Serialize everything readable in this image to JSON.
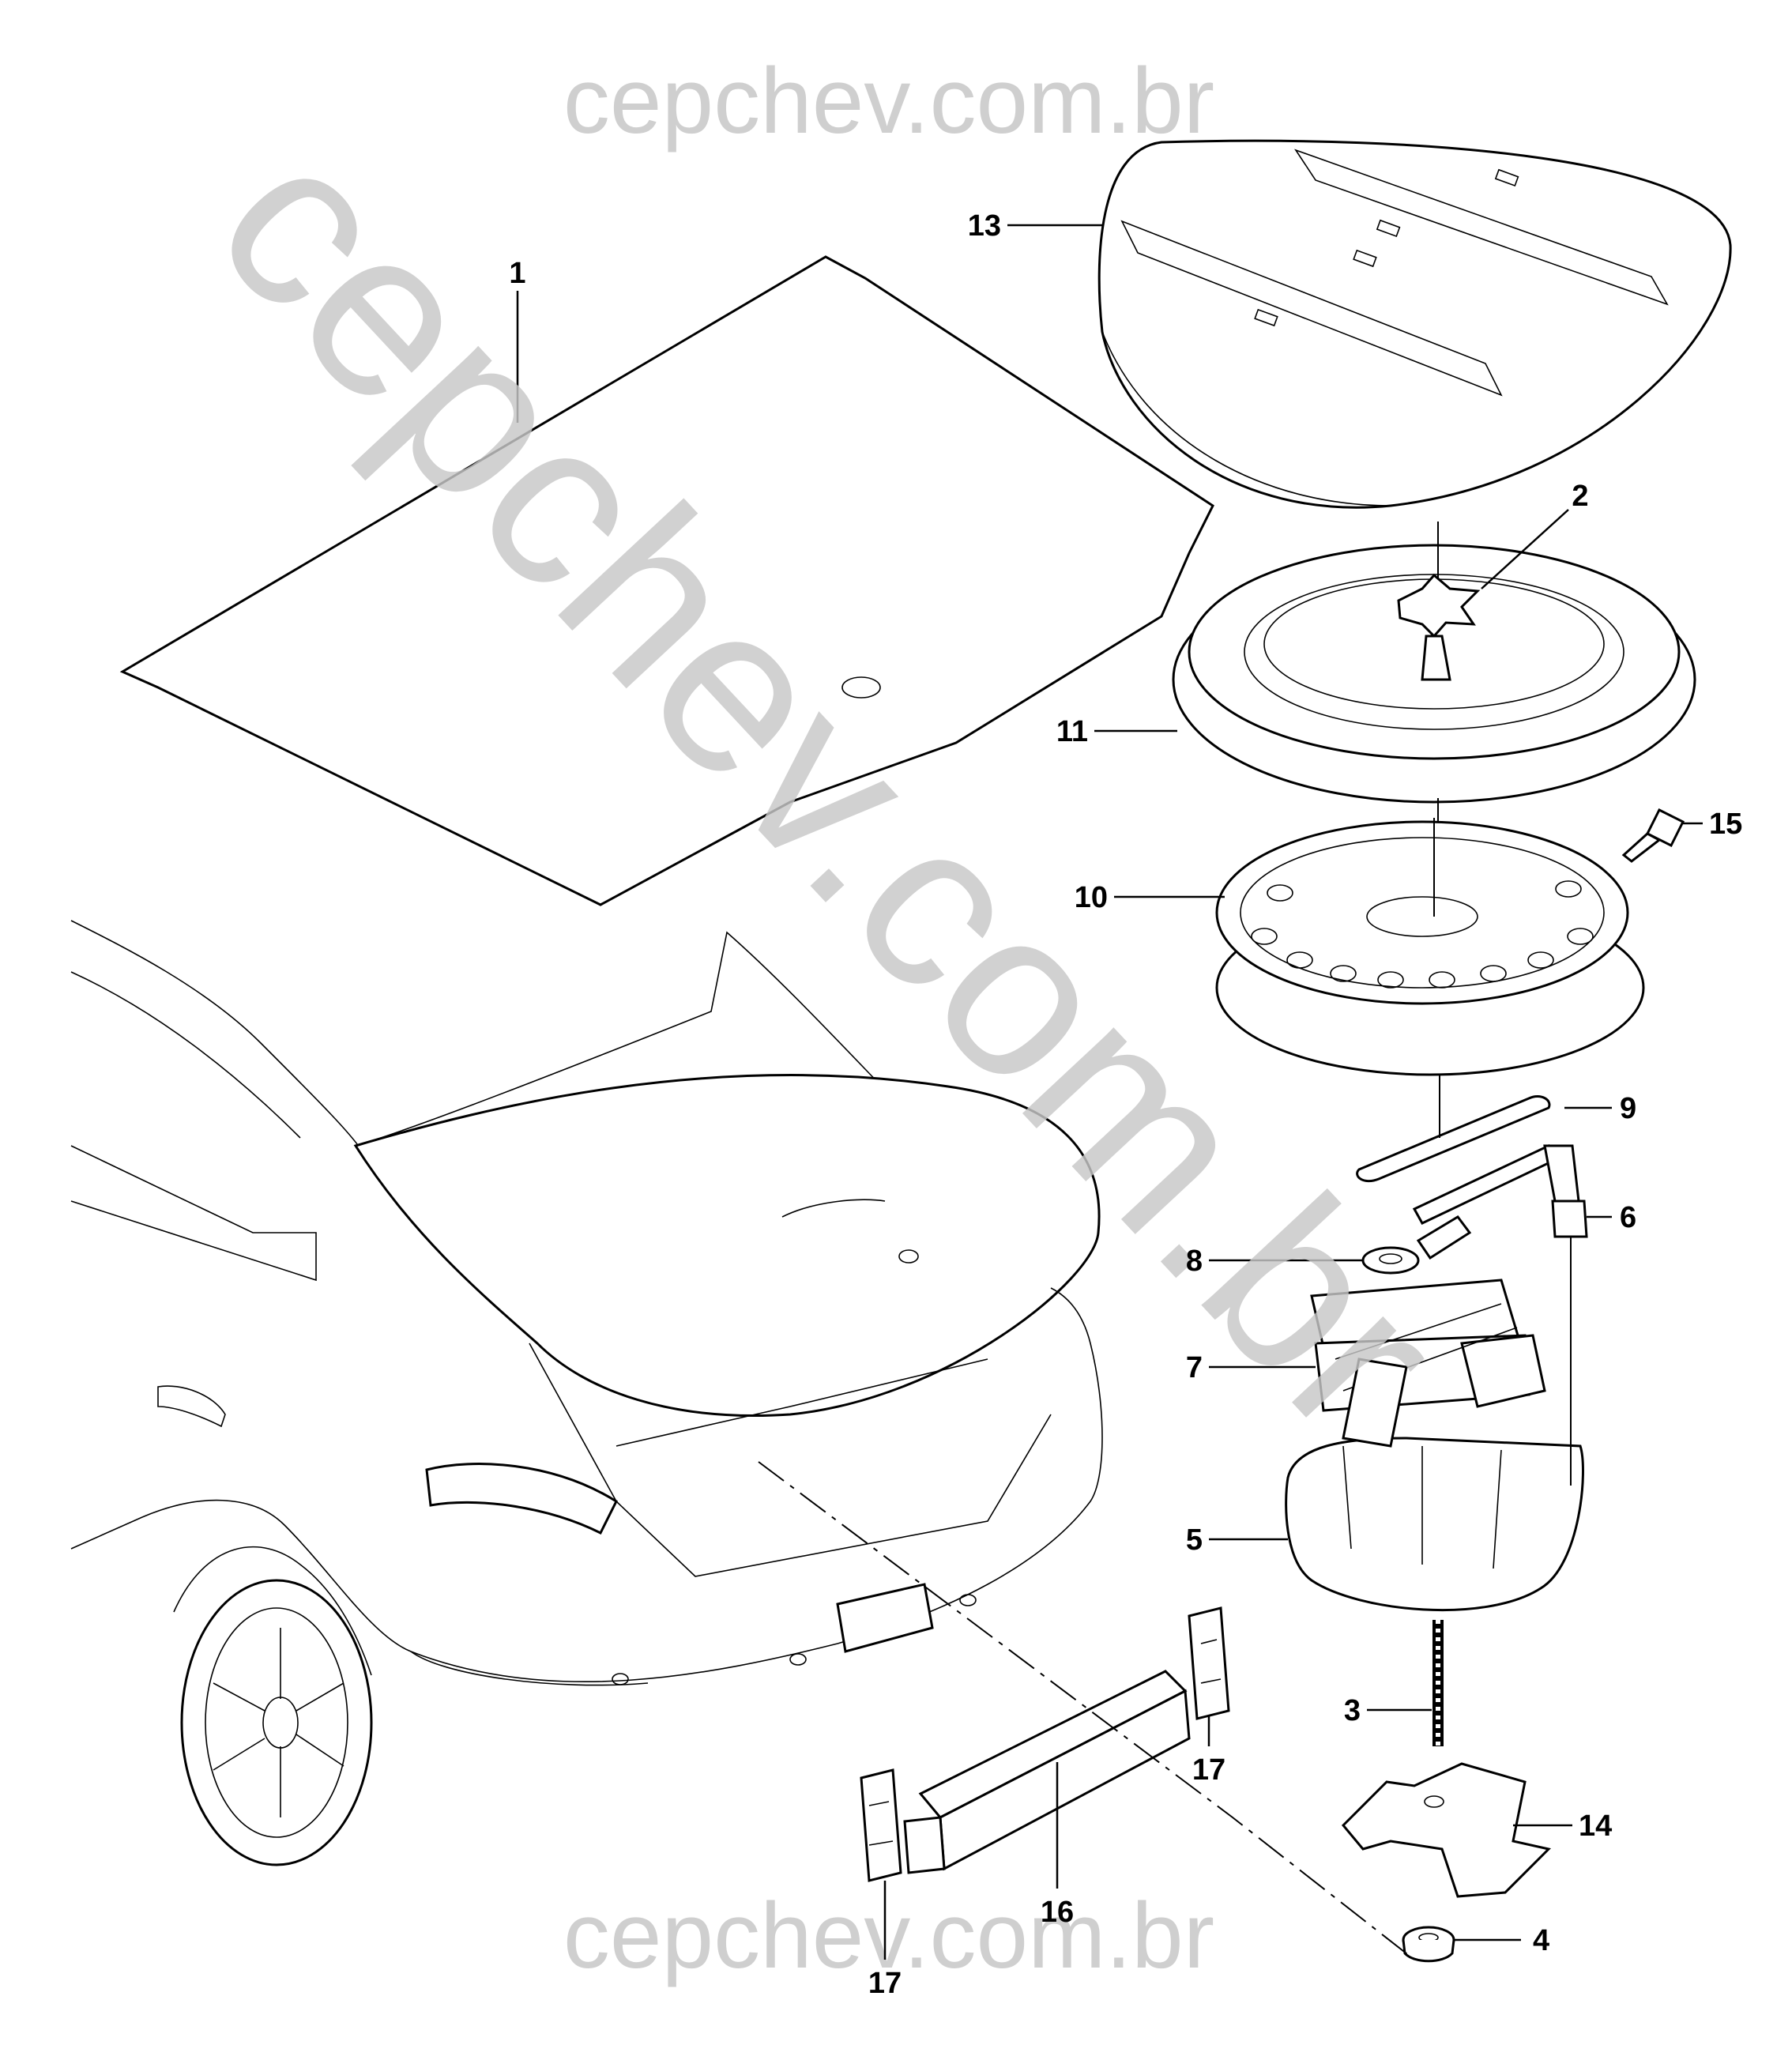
{
  "watermark": {
    "top": "cepchev.com.br",
    "bottom": "cepchev.com.br",
    "diagonal": "cepchev.com.br"
  },
  "callouts": {
    "c1": "1",
    "c2": "2",
    "c3": "3",
    "c4": "4",
    "c5": "5",
    "c6": "6",
    "c7": "7",
    "c8": "8",
    "c9": "9",
    "c10": "10",
    "c11": "11",
    "c13": "13",
    "c14": "14",
    "c15": "15",
    "c16": "16",
    "c17a": "17",
    "c17b": "17"
  }
}
